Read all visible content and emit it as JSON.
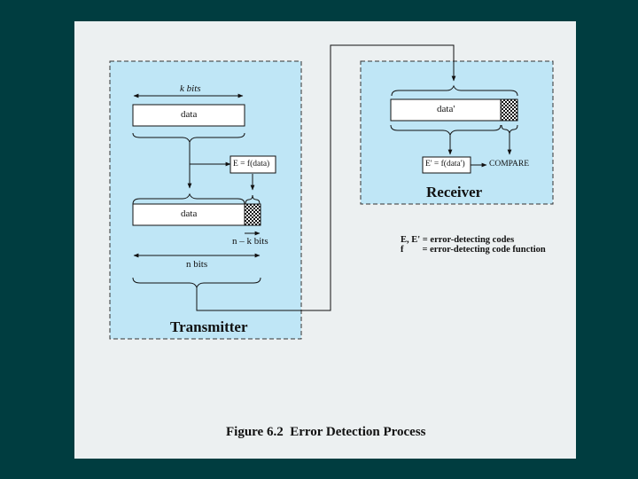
{
  "transmitter": {
    "title": "Transmitter",
    "k_bits": "k bits",
    "data_box": "data",
    "function_box": "E = f(data)",
    "n_minus_k_bits": "n – k bits",
    "n_bits": "n bits",
    "frame_data": "data"
  },
  "receiver": {
    "title": "Receiver",
    "received_data": "data'",
    "function_box": "E' = f(data')",
    "compare": "COMPARE"
  },
  "legend": {
    "line1": "E, E' = error-detecting codes",
    "line2": "f        = error-detecting code function"
  },
  "caption": "Figure 6.2  Error Detection Process",
  "colors": {
    "background": "#003d40",
    "panel": "#ecf0f1",
    "region": "#bfe6f6",
    "box": "#ffffff",
    "stroke": "#111111"
  }
}
